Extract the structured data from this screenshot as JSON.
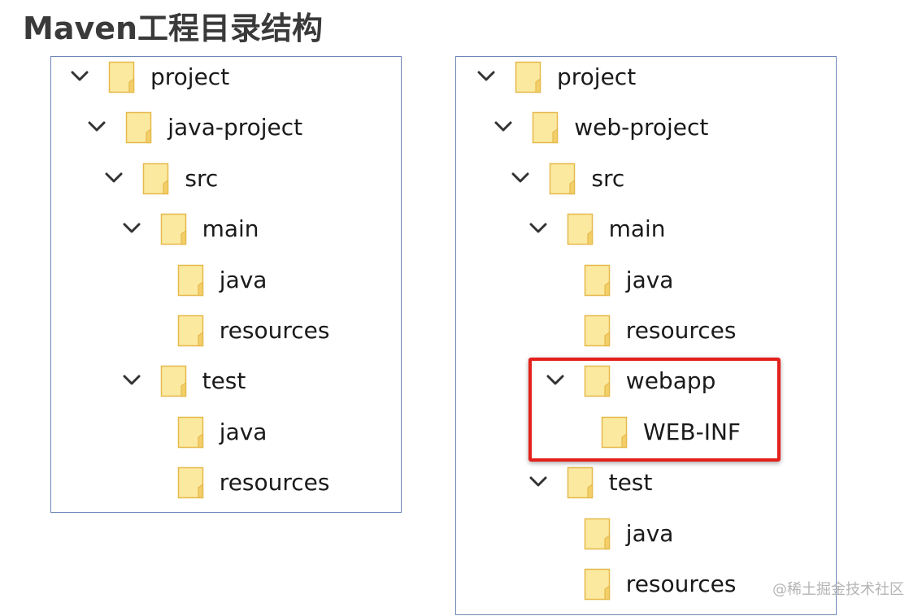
{
  "title": "Maven工程目录结构",
  "watermark": "@稀土掘金技术社区",
  "colors": {
    "folder_fill": "#fbe9a0",
    "folder_stroke": "#e5b94b",
    "highlight": "#e3201b",
    "panel_border": "#6d86b6"
  },
  "left_tree": [
    {
      "label": "project",
      "level": 0,
      "expanded": true
    },
    {
      "label": "java-project",
      "level": 1,
      "expanded": true
    },
    {
      "label": "src",
      "level": 2,
      "expanded": true
    },
    {
      "label": "main",
      "level": 3,
      "expanded": true
    },
    {
      "label": "java",
      "level": 4,
      "expanded": false
    },
    {
      "label": "resources",
      "level": 4,
      "expanded": false
    },
    {
      "label": "test",
      "level": 3,
      "expanded": true
    },
    {
      "label": "java",
      "level": 4,
      "expanded": false
    },
    {
      "label": "resources",
      "level": 4,
      "expanded": false
    }
  ],
  "right_tree": [
    {
      "label": "project",
      "level": 0,
      "expanded": true
    },
    {
      "label": "web-project",
      "level": 1,
      "expanded": true
    },
    {
      "label": "src",
      "level": 2,
      "expanded": true
    },
    {
      "label": "main",
      "level": 3,
      "expanded": true
    },
    {
      "label": "java",
      "level": 4,
      "expanded": false
    },
    {
      "label": "resources",
      "level": 4,
      "expanded": false
    },
    {
      "label": "webapp",
      "level": 4,
      "expanded": true
    },
    {
      "label": "WEB-INF",
      "level": 5,
      "expanded": false
    },
    {
      "label": "test",
      "level": 3,
      "expanded": true
    },
    {
      "label": "java",
      "level": 4,
      "expanded": false
    },
    {
      "label": "resources",
      "level": 4,
      "expanded": false
    }
  ]
}
